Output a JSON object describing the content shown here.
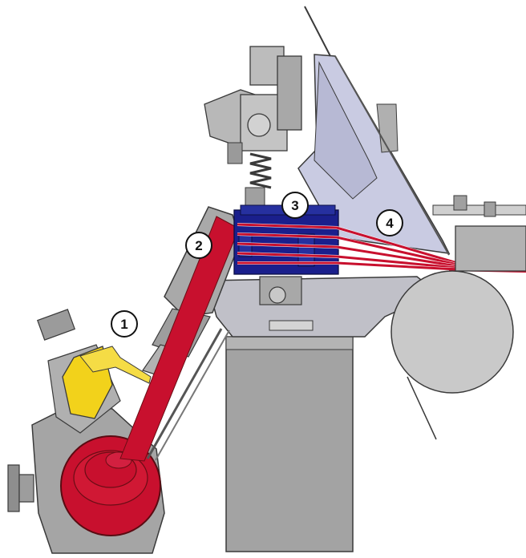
{
  "callouts": [
    {
      "id": "1",
      "label": "1"
    },
    {
      "id": "2",
      "label": "2"
    },
    {
      "id": "3",
      "label": "3"
    },
    {
      "id": "4",
      "label": "4"
    }
  ],
  "colors": {
    "frame": "#a7a7a7",
    "frame_dark": "#8e8e8e",
    "frame_light": "#c4c4c4",
    "cover": "#c9cbe2",
    "sliver": "#c8102e",
    "apron": "#1a1f8c",
    "roller": "#c9c9c9",
    "hopper": "#f2d21b",
    "outline": "#3a3a3a"
  },
  "icons": [
    "hand-wheel-icon",
    "spring-icon"
  ]
}
